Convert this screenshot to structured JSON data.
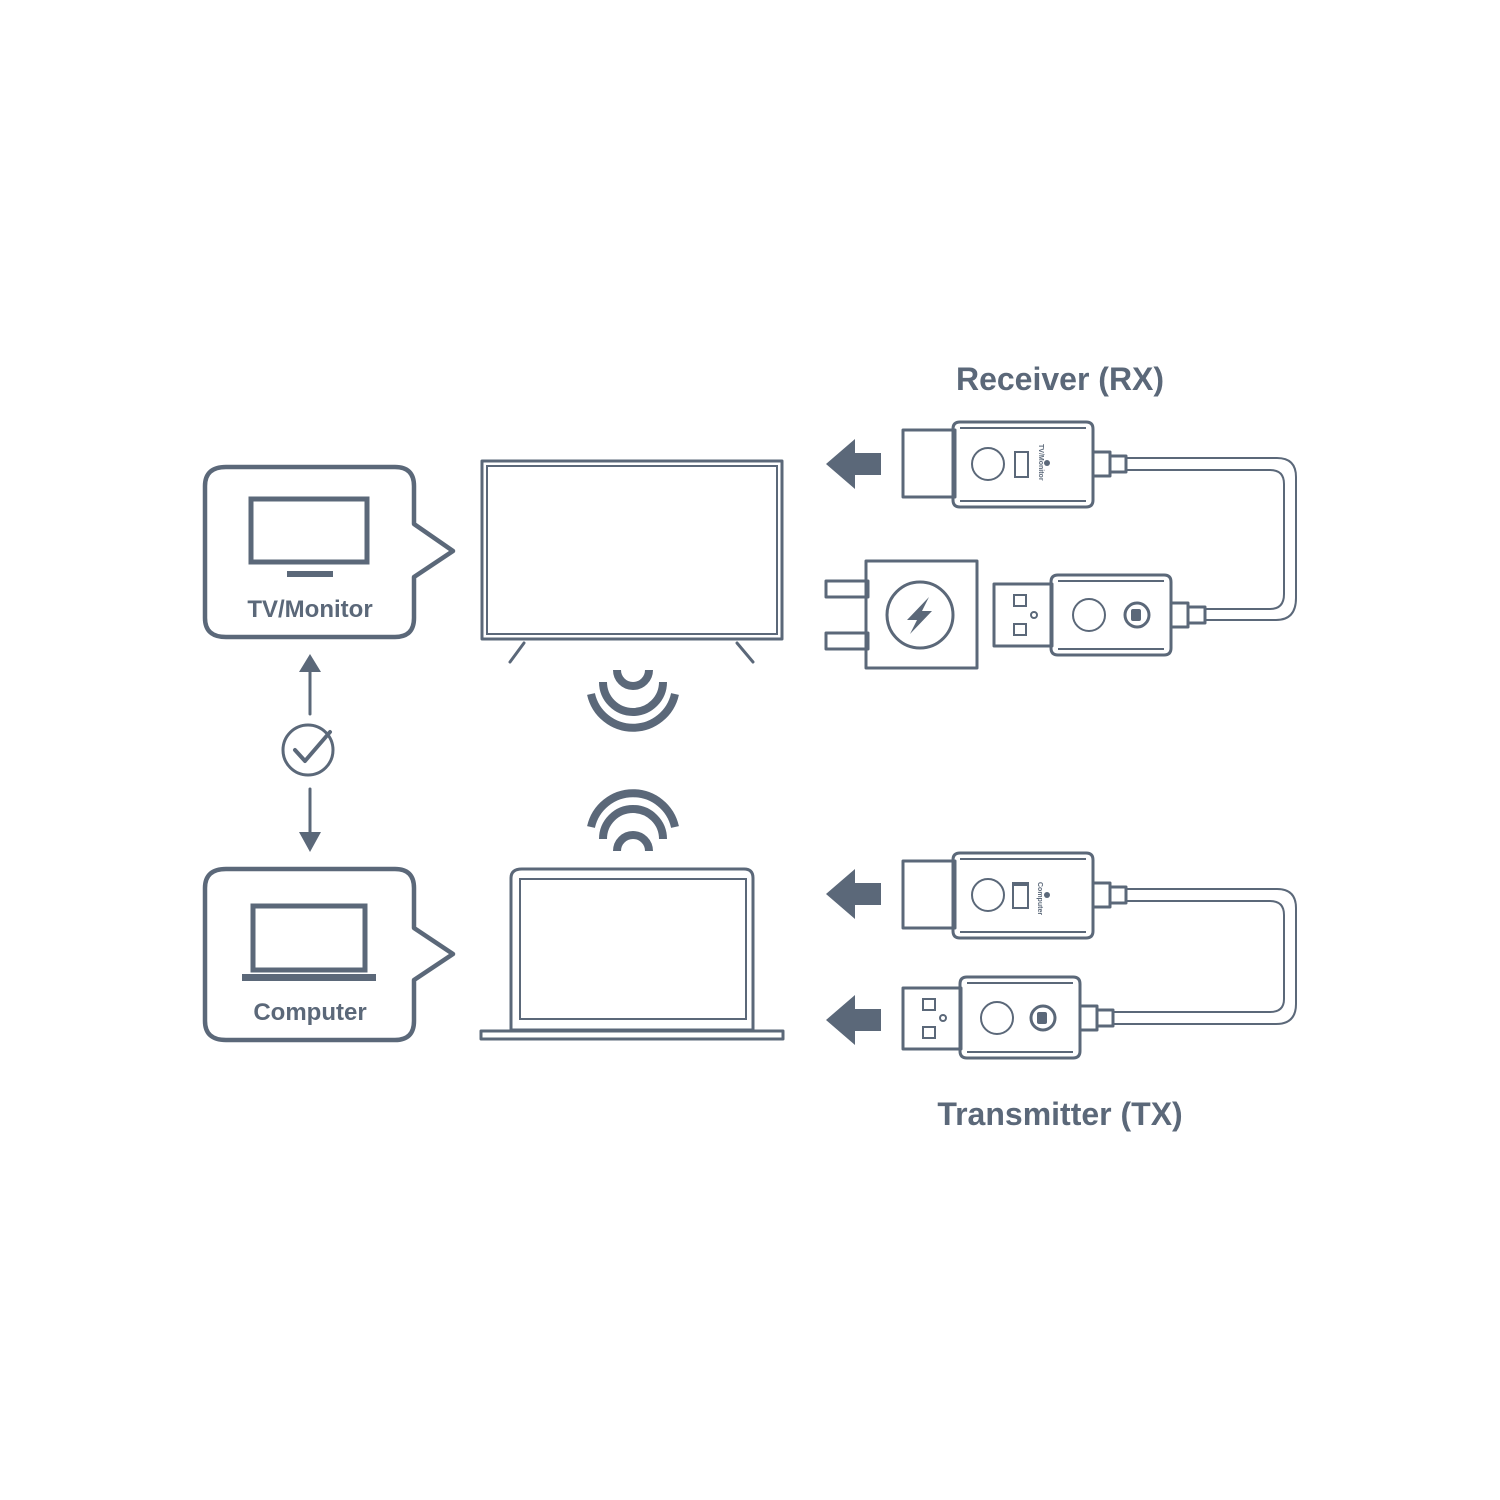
{
  "colors": {
    "ink": "#5b6879",
    "background": "#ffffff"
  },
  "labels": {
    "tv_monitor": "TV/Monitor",
    "computer": "Computer",
    "receiver": "Receiver (RX)",
    "transmitter": "Transmitter (TX)",
    "rx_dongle_print": "TV/Monitor",
    "tx_dongle_print": "Computer"
  },
  "icons": {
    "tv": "tv-icon",
    "laptop": "laptop-icon",
    "wifi": "wifi-signal-icon",
    "check": "check-circle-icon",
    "arrow": "arrow-left-icon",
    "charger": "power-adapter-icon",
    "bolt": "lightning-bolt-icon",
    "power": "power-plug-icon"
  }
}
